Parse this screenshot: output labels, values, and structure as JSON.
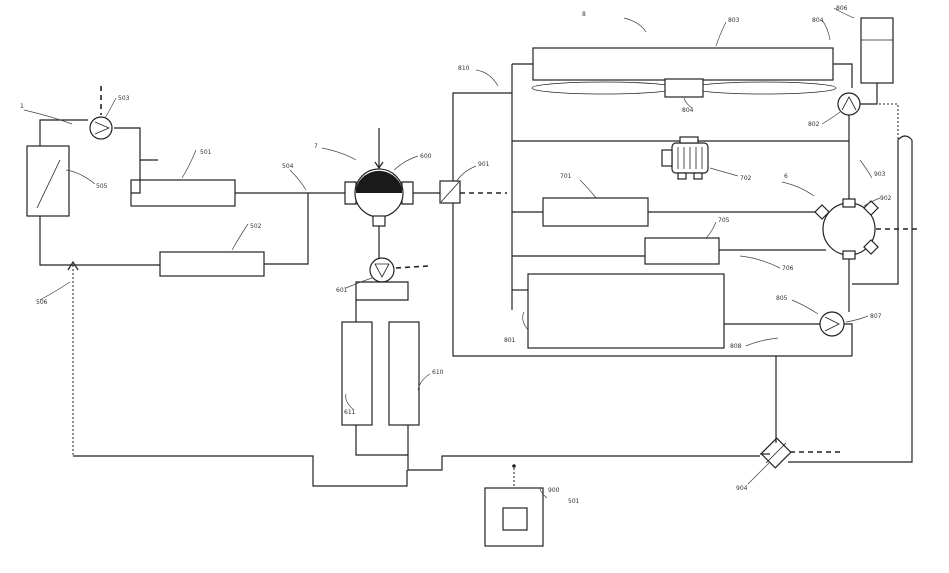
{
  "labels": {
    "pump_503": "503",
    "heater_505": "505",
    "exch_501": "501",
    "exch_502": "502",
    "line_504": "504",
    "lead_1": "1",
    "lead_506": "506",
    "lead_7": "7",
    "valve_600": "600",
    "pump_601": "601",
    "stack_611": "611",
    "stack_610": "610",
    "lead_600": "600",
    "valve_901": "901",
    "lead_8": "8",
    "radiator_803": "803",
    "tank_806": "806",
    "pump_802": "802",
    "fan_804": "804",
    "lead_810": "810",
    "motor_702": "702",
    "hx_701": "701",
    "comp_705": "705",
    "comp_706": "706",
    "battery_801": "801",
    "lead_6": "6",
    "valve_900": "900",
    "lead_902": "902",
    "lead_903": "903",
    "pump_805": "805",
    "lead_807": "807",
    "lead_808": "808",
    "valve_904": "904",
    "ctrl_501": "501",
    "ctrl_900": "900",
    "lead_dot": "8"
  }
}
